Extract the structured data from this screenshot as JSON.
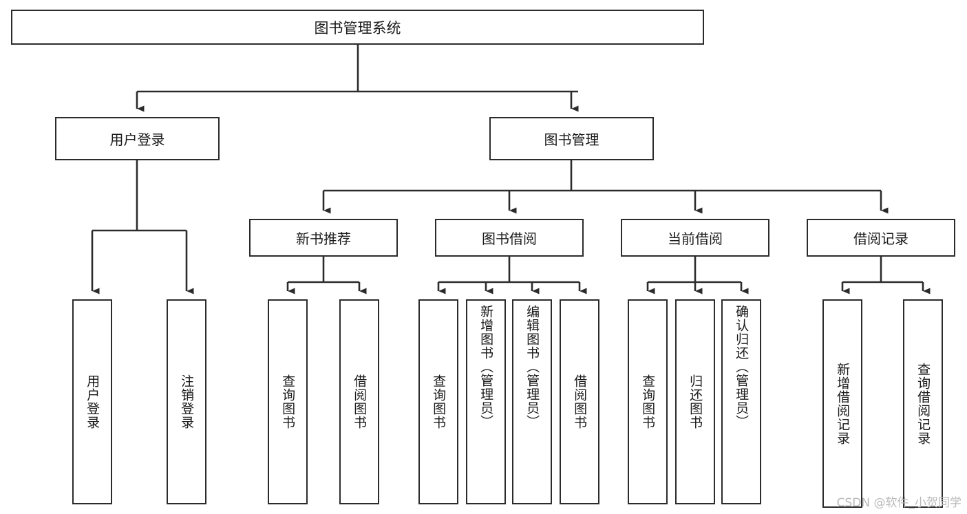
{
  "diagram": {
    "title": "图书管理系统",
    "type": "function-structure-tree",
    "root": {
      "label": "图书管理系统"
    },
    "level2": [
      {
        "label": "用户登录"
      },
      {
        "label": "图书管理"
      }
    ],
    "level3": [
      {
        "label": "新书推荐"
      },
      {
        "label": "图书借阅"
      },
      {
        "label": "当前借阅"
      },
      {
        "label": "借阅记录"
      }
    ],
    "leaves": [
      {
        "label": "用户登录",
        "parent": "用户登录"
      },
      {
        "label": "注销登录",
        "parent": "用户登录"
      },
      {
        "label": "查询图书",
        "parent": "新书推荐"
      },
      {
        "label": "借阅图书",
        "parent": "新书推荐"
      },
      {
        "label": "查询图书",
        "parent": "图书借阅"
      },
      {
        "label": "新增图书（管理员）",
        "parent": "图书借阅"
      },
      {
        "label": "编辑图书（管理员）",
        "parent": "图书借阅"
      },
      {
        "label": "借阅图书",
        "parent": "图书借阅"
      },
      {
        "label": "查询图书",
        "parent": "当前借阅"
      },
      {
        "label": "归还图书",
        "parent": "当前借阅"
      },
      {
        "label": "确认归还（管理员）",
        "parent": "当前借阅"
      },
      {
        "label": "新增借阅记录",
        "parent": "借阅记录"
      },
      {
        "label": "查询借阅记录",
        "parent": "借阅记录"
      }
    ],
    "colors": {
      "stroke": "#2b2b2b",
      "fill": "#ffffff",
      "text": "#1a1a1a",
      "watermark": "#b9b9b9"
    }
  },
  "watermark": {
    "text": "CSDN @软件_小贺同学"
  }
}
